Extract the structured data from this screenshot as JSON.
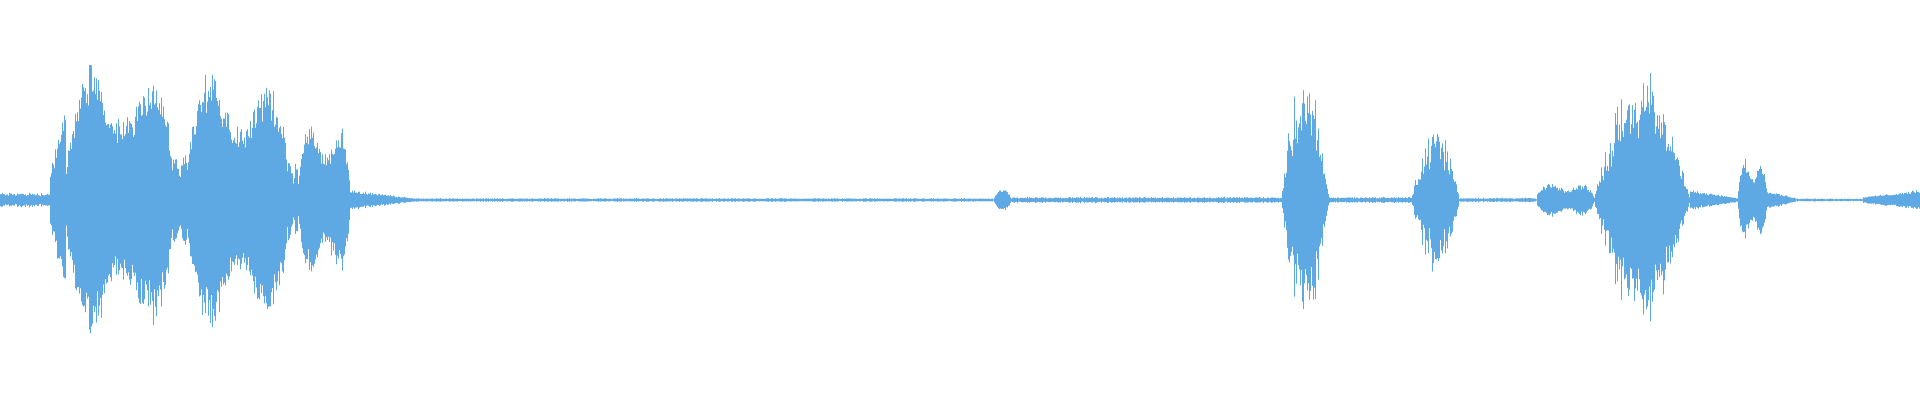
{
  "waveform": {
    "color": "#5ea9e3",
    "background": "#ffffff",
    "segments": [
      {
        "start": 0.0,
        "end": 0.026,
        "amp": 0.05,
        "shape": "flat"
      },
      {
        "start": 0.026,
        "end": 0.034,
        "amp": 0.55,
        "shape": "rise"
      },
      {
        "start": 0.034,
        "end": 0.09,
        "amp": 0.95,
        "shape": "blob"
      },
      {
        "start": 0.09,
        "end": 0.097,
        "amp": 0.3,
        "shape": "dip"
      },
      {
        "start": 0.097,
        "end": 0.15,
        "amp": 0.9,
        "shape": "blob"
      },
      {
        "start": 0.15,
        "end": 0.155,
        "amp": 0.25,
        "shape": "dip"
      },
      {
        "start": 0.155,
        "end": 0.182,
        "amp": 0.55,
        "shape": "blob"
      },
      {
        "start": 0.182,
        "end": 0.215,
        "amp": 0.06,
        "shape": "tail"
      },
      {
        "start": 0.215,
        "end": 0.517,
        "amp": 0.012,
        "shape": "flat"
      },
      {
        "start": 0.517,
        "end": 0.527,
        "amp": 0.07,
        "shape": "spike"
      },
      {
        "start": 0.527,
        "end": 0.667,
        "amp": 0.02,
        "shape": "flat"
      },
      {
        "start": 0.667,
        "end": 0.692,
        "amp": 0.8,
        "shape": "burst"
      },
      {
        "start": 0.692,
        "end": 0.735,
        "amp": 0.02,
        "shape": "flat"
      },
      {
        "start": 0.735,
        "end": 0.76,
        "amp": 0.48,
        "shape": "burst"
      },
      {
        "start": 0.76,
        "end": 0.8,
        "amp": 0.015,
        "shape": "flat"
      },
      {
        "start": 0.8,
        "end": 0.83,
        "amp": 0.12,
        "shape": "blob"
      },
      {
        "start": 0.83,
        "end": 0.88,
        "amp": 0.85,
        "shape": "burst"
      },
      {
        "start": 0.88,
        "end": 0.905,
        "amp": 0.06,
        "shape": "tail"
      },
      {
        "start": 0.905,
        "end": 0.92,
        "amp": 0.28,
        "shape": "blob"
      },
      {
        "start": 0.92,
        "end": 0.935,
        "amp": 0.06,
        "shape": "tail"
      },
      {
        "start": 0.935,
        "end": 0.97,
        "amp": 0.01,
        "shape": "flat"
      },
      {
        "start": 0.97,
        "end": 1.0,
        "amp": 0.06,
        "shape": "rise"
      }
    ]
  }
}
